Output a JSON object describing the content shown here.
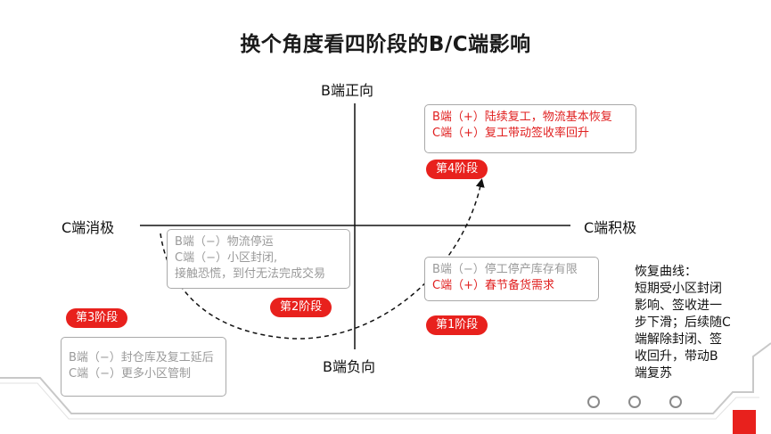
{
  "title": "换个角度看四阶段的B/C端影响",
  "axes": {
    "top": "B端正向",
    "bottom": "B端负向",
    "left": "C端消极",
    "right": "C端积极"
  },
  "quadrant_boxes": {
    "top_right": {
      "lines": [
        "B端（+）陆续复工，物流基本恢复",
        "C端（+）复工带动签收率回升"
      ]
    },
    "mid_left": {
      "lines": [
        "B端（−）物流停运",
        "C端（−）小区封闭,",
        "接触恐慌，到付无法完成交易"
      ]
    },
    "mid_right": {
      "lines": [
        "B端（−）停工停产库存有限",
        "C端（+）春节备货需求"
      ]
    },
    "bottom_left": {
      "lines": [
        "B端（−）封仓库及复工延后",
        "C端（−）更多小区管制"
      ]
    }
  },
  "stages": {
    "stage1": "第1阶段",
    "stage2": "第2阶段",
    "stage3": "第3阶段",
    "stage4": "第4阶段"
  },
  "note": {
    "lines": [
      "恢复曲线：",
      "短期受小区封闭",
      "影响、签收进一",
      "步下滑；后续随C",
      "端解除封闭、签",
      "收回升，带动B",
      "端复苏"
    ]
  },
  "colors": {
    "accent": "#e8211d",
    "box_border": "#a9a9a9",
    "muted_text": "#9a9a9a",
    "decor": "#c8c8c8"
  }
}
